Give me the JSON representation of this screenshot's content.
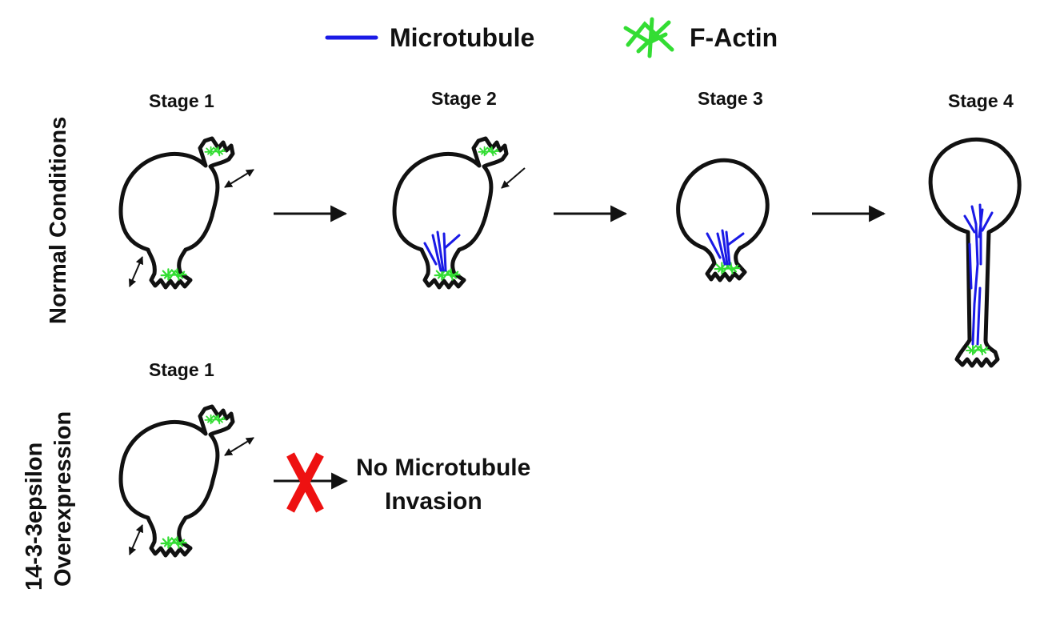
{
  "legend": {
    "microtubule_label": "Microtubule",
    "factin_label": "F-Actin"
  },
  "rows": {
    "normal": "Normal Conditions",
    "overexpression_line1": "14-3-3epsilon",
    "overexpression_line2": "Overexpression"
  },
  "stages": {
    "normal": [
      "Stage 1",
      "Stage 2",
      "Stage 3",
      "Stage 4"
    ],
    "overexpression": [
      "Stage 1"
    ]
  },
  "blocked": {
    "line1": "No Microtubule",
    "line2": "Invasion"
  },
  "colors": {
    "microtubule": "#1a1ae6",
    "factin": "#33dd33",
    "block": "#ee1111",
    "outline": "#111111"
  }
}
